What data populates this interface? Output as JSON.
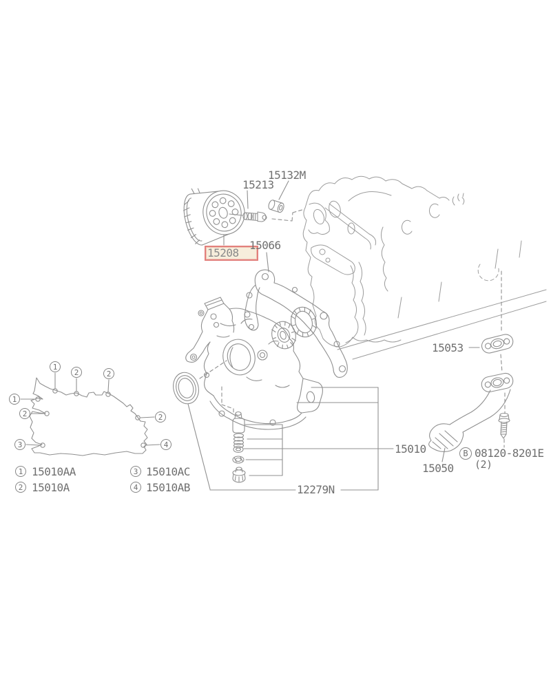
{
  "diagram": {
    "type": "engine-oil-pump-parts-diagram",
    "colors": {
      "line": "#8f8f8f",
      "text": "#6f6f6f",
      "highlight_border": "#e2807c",
      "highlight_fill": "#f7eedc"
    },
    "labels": {
      "oil_filter": "15208",
      "filter_stud": "15213",
      "plug": "15132M",
      "front_cover_gasket": "15066",
      "strainer_gasket": "15053",
      "oil_pump": "15010",
      "oil_strainer": "15050",
      "regulator_set": "12279N",
      "bolt_prefix": "B",
      "bolt_number": "08120-8201E",
      "bolt_qty": "(2)"
    },
    "callouts": [
      {
        "num": "1"
      },
      {
        "num": "2"
      },
      {
        "num": "2"
      },
      {
        "num": "1"
      },
      {
        "num": "2"
      },
      {
        "num": "2"
      },
      {
        "num": "3"
      },
      {
        "num": "4"
      }
    ],
    "legend": [
      {
        "num": "1",
        "code": "15010AA"
      },
      {
        "num": "2",
        "code": "15010A"
      },
      {
        "num": "3",
        "code": "15010AC"
      },
      {
        "num": "4",
        "code": "15010AB"
      }
    ]
  }
}
